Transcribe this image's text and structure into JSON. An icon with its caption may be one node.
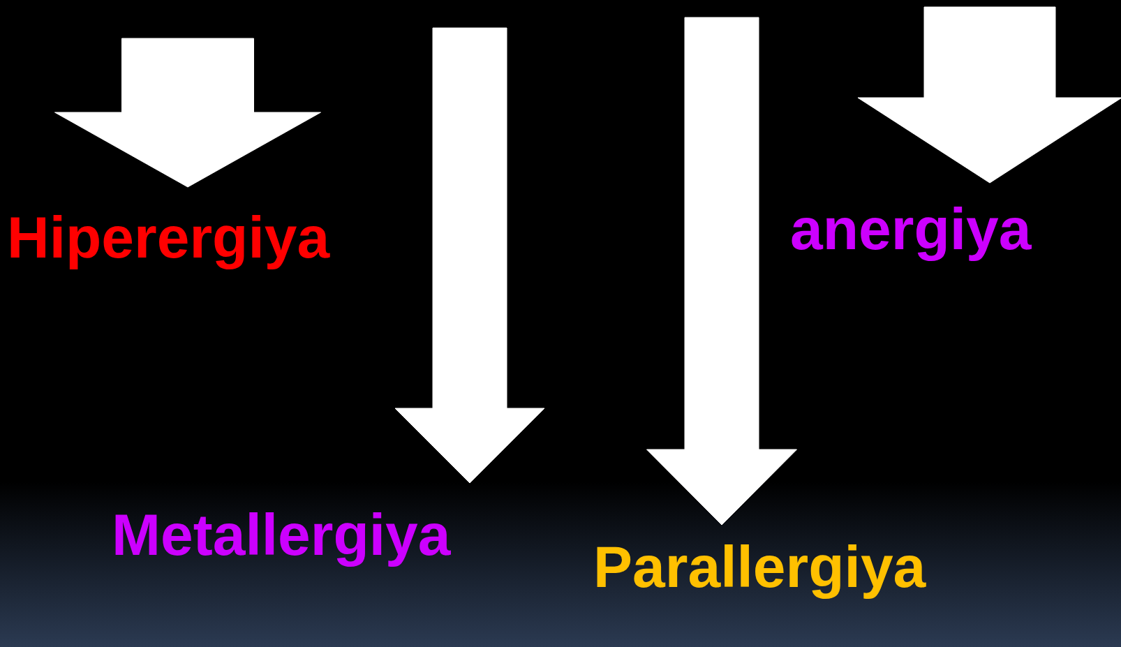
{
  "diagram": {
    "nodes": [
      {
        "text": [
          "Hiperergiya"
        ]
      },
      {
        "text": [
          "anergiya"
        ]
      },
      {
        "text": [
          "Metallergiya"
        ]
      },
      {
        "text": [
          "Parallergiya"
        ]
      }
    ],
    "edges": [
      {
        "from": null,
        "to": 0,
        "arrow": "to",
        "style": "thick"
      },
      {
        "from": null,
        "to": 2,
        "arrow": "to",
        "style": "thick"
      },
      {
        "from": null,
        "to": 3,
        "arrow": "to",
        "style": "thick"
      },
      {
        "from": null,
        "to": 1,
        "arrow": "to",
        "style": "thick"
      }
    ]
  }
}
